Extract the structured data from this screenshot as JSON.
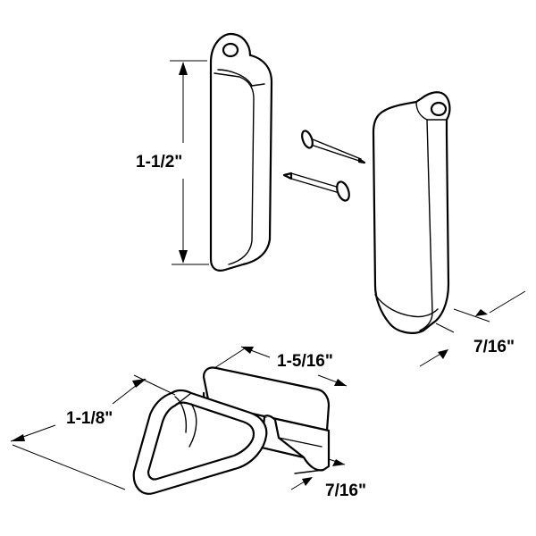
{
  "dimensions": {
    "clip_height": "1-1/2\"",
    "clip_depth": "7/16\"",
    "guide_length": "1-5/16\"",
    "handle_width": "1-1/8\"",
    "guide_depth": "7/16\""
  }
}
